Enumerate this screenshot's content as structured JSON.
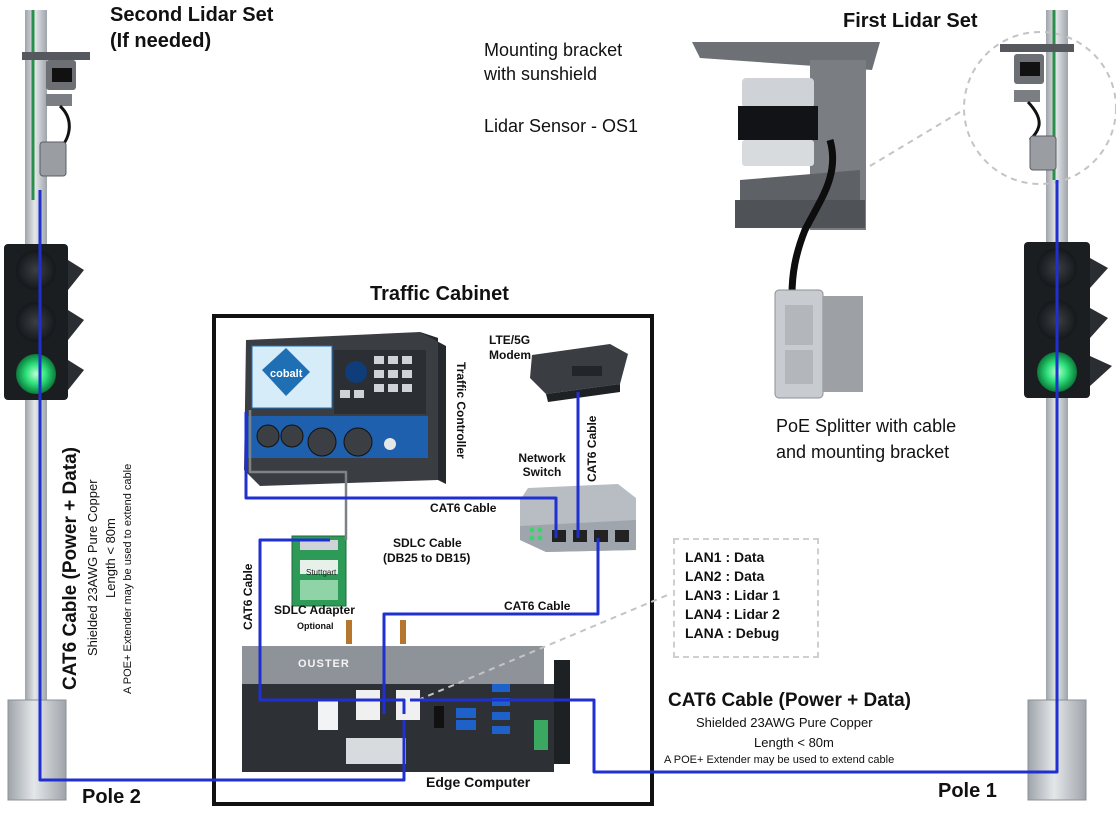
{
  "labels": {
    "second_lidar_line1": "Second Lidar Set",
    "second_lidar_line2": "(If needed)",
    "first_lidar": "First Lidar Set",
    "bracket_line1": "Mounting bracket",
    "bracket_line2": "with sunshield",
    "lidar_sensor": "Lidar Sensor - OS1",
    "poe_line1": "PoE Splitter with cable",
    "poe_line2": "and mounting bracket",
    "traffic_cabinet": "Traffic Cabinet",
    "modem_line1": "LTE/5G",
    "modem_line2": "Modem",
    "traffic_controller": "Traffic Controller",
    "network_switch_line1": "Network",
    "network_switch_line2": "Switch",
    "cat6_cable": "CAT6 Cable",
    "sdlc_cable_line1": "SDLC Cable",
    "sdlc_cable_line2": "(DB25 to DB15)",
    "sdlc_adapter": "SDLC Adapter",
    "sdlc_optional": "Optional",
    "edge_computer": "Edge Computer",
    "pole1": "Pole 1",
    "pole2": "Pole 2",
    "controller_brand": "cobalt",
    "adapter_brand": "Stuttgart",
    "computer_brand": "OUSTER"
  },
  "cable_spec": {
    "title": "CAT6 Cable (Power + Data)",
    "line1": "Shielded 23AWG Pure Copper",
    "line2": "Length < 80m",
    "line3": "A POE+ Extender may be used to extend cable"
  },
  "lan_legend": [
    "LAN1 : Data",
    "LAN2 : Data",
    "LAN3 : Lidar 1",
    "LAN4 : Lidar 2",
    "LANA : Debug"
  ],
  "colors": {
    "cable_blue": "#1f2fd0",
    "signal_green": "#2ee07a",
    "pole_grey": "#c9cdd2",
    "device_dark": "#2f3338"
  }
}
